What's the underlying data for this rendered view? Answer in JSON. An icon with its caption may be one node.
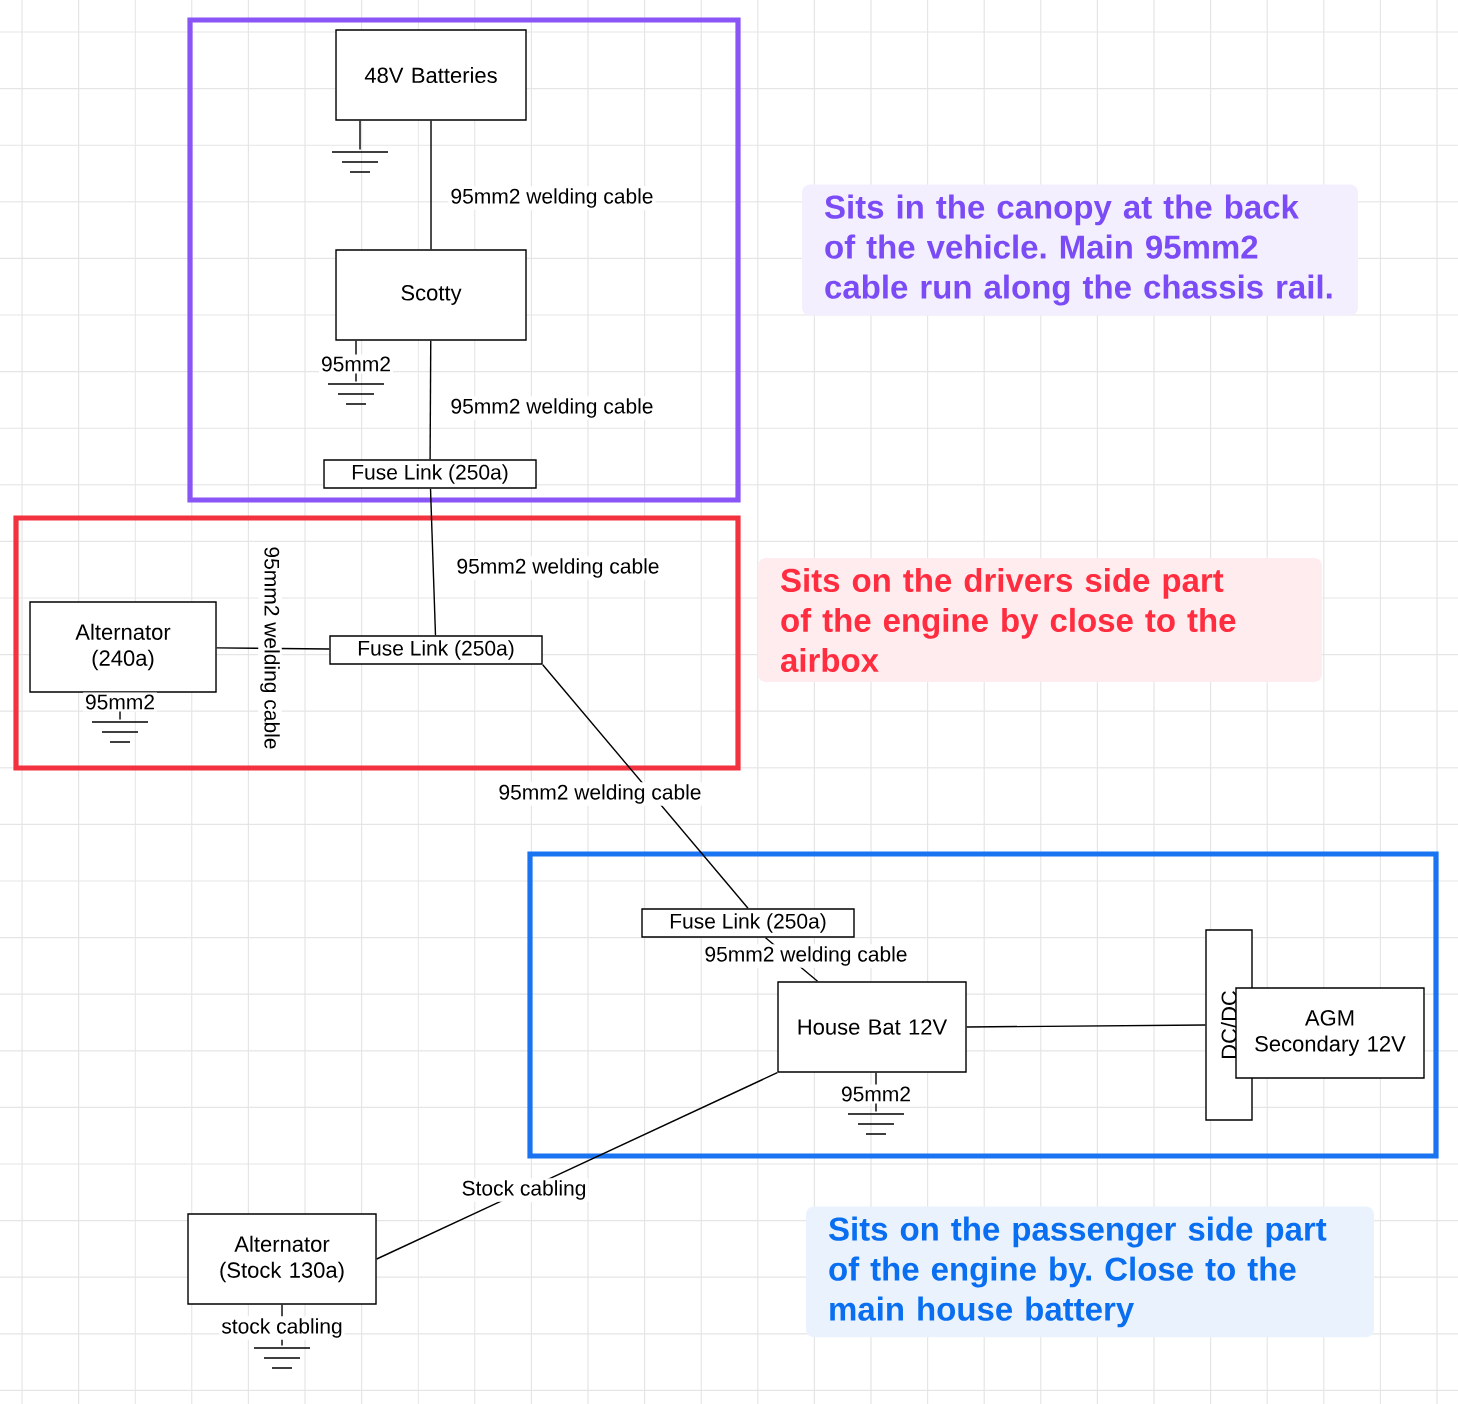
{
  "diagram": {
    "nodes": [
      {
        "text": [],
        "shape": "box"
      },
      {
        "text": [
          "48V Batteries"
        ],
        "in": 0
      },
      {
        "text": [
          "Scotty"
        ],
        "in": 0
      },
      {
        "text": [
          "Fuse Link (250a)"
        ],
        "in": 0
      },
      {
        "text": [
          "Sits in the canopy at the back of the vehicle. Main 95mm2 cable run along the chassis rail."
        ]
      },
      {
        "text": [],
        "shape": "box"
      },
      {
        "text": [
          "Alternator (240a)"
        ],
        "in": 5
      },
      {
        "text": [
          "Fuse Link (250a)"
        ],
        "in": 5
      },
      {
        "text": [
          "Sits on the drivers side part of the engine by close to the airbox"
        ]
      },
      {
        "text": [],
        "shape": "box"
      },
      {
        "text": [
          "Fuse Link (250a)"
        ],
        "in": 9
      },
      {
        "text": [
          "House Bat 12V"
        ],
        "in": 9
      },
      {
        "text": [
          "DC/DC"
        ],
        "in": 9
      },
      {
        "text": [
          "AGM Secondary 12V"
        ],
        "in": 9
      },
      {
        "text": [
          "Sits on the passenger side part of the engine by. Close to the main house battery"
        ]
      },
      {
        "text": [
          "Alternator (Stock 130a)"
        ]
      },
      {
        "text": [],
        "shape": "ground",
        "in": 0
      },
      {
        "text": [],
        "shape": "ground",
        "in": 0
      },
      {
        "text": [],
        "shape": "ground",
        "in": 5
      },
      {
        "text": [],
        "shape": "ground",
        "in": 9
      },
      {
        "text": [],
        "shape": "ground"
      }
    ],
    "edges": [
      {
        "from": 1,
        "to": 2,
        "arrow": "none",
        "label": "95mm2 welding cable"
      },
      {
        "from": 2,
        "to": 3,
        "arrow": "none",
        "label": "95mm2 welding cable"
      },
      {
        "from": 3,
        "to": 7,
        "arrow": "none",
        "label": "95mm2 welding cable"
      },
      {
        "from": 6,
        "to": 7,
        "arrow": "none",
        "label": "95mm2 welding cable"
      },
      {
        "from": 7,
        "to": 10,
        "arrow": "none",
        "label": "95mm2 welding cable"
      },
      {
        "from": 10,
        "to": 11,
        "arrow": "none",
        "label": "95mm2 welding cable"
      },
      {
        "from": 11,
        "to": 12,
        "arrow": "none"
      },
      {
        "from": 11,
        "to": 15,
        "arrow": "none",
        "label": "Stock cabling"
      },
      {
        "from": 1,
        "to": 16,
        "arrow": "none"
      },
      {
        "from": 2,
        "to": 17,
        "arrow": "none",
        "label": "95mm2"
      },
      {
        "from": 6,
        "to": 18,
        "arrow": "none",
        "label": "95mm2"
      },
      {
        "from": 11,
        "to": 19,
        "arrow": "none",
        "label": "95mm2"
      },
      {
        "from": 15,
        "to": 20,
        "arrow": "none",
        "label": "stock cabling"
      }
    ]
  }
}
